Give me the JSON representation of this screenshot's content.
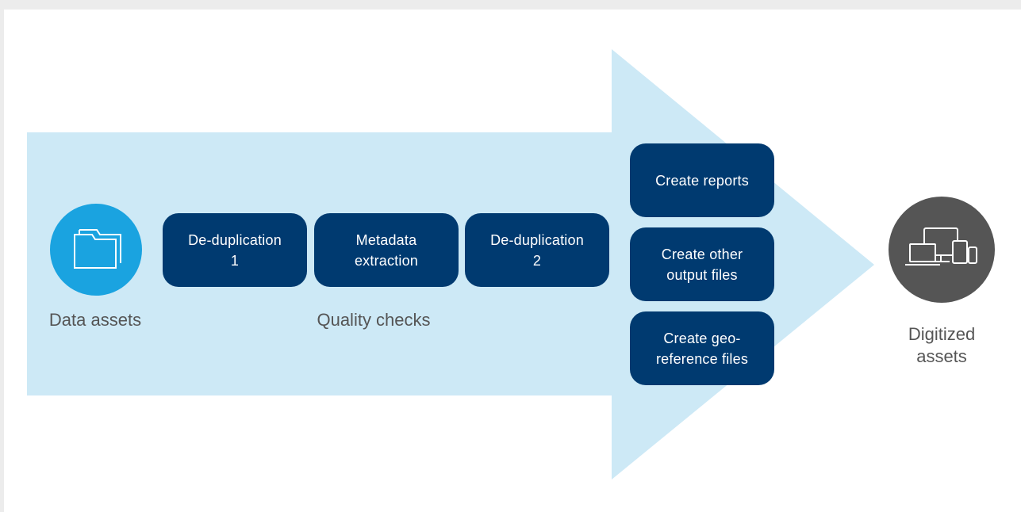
{
  "diagram": {
    "source": {
      "label": "Data assets",
      "icon": "folder-icon",
      "color": "#1aa3e0"
    },
    "stage_label": "Quality checks",
    "steps": [
      {
        "label": "De-duplication\n1"
      },
      {
        "label": "Metadata\nextraction"
      },
      {
        "label": "De-duplication\n2"
      }
    ],
    "outputs": [
      {
        "label": "Create reports"
      },
      {
        "label": "Create other\noutput files"
      },
      {
        "label": "Create geo-\nreference files"
      }
    ],
    "target": {
      "label": "Digitized\nassets",
      "icon": "devices-icon",
      "color": "#555555"
    },
    "colors": {
      "arrow": "#cde9f6",
      "box": "#003a70",
      "text": "#555555"
    }
  }
}
